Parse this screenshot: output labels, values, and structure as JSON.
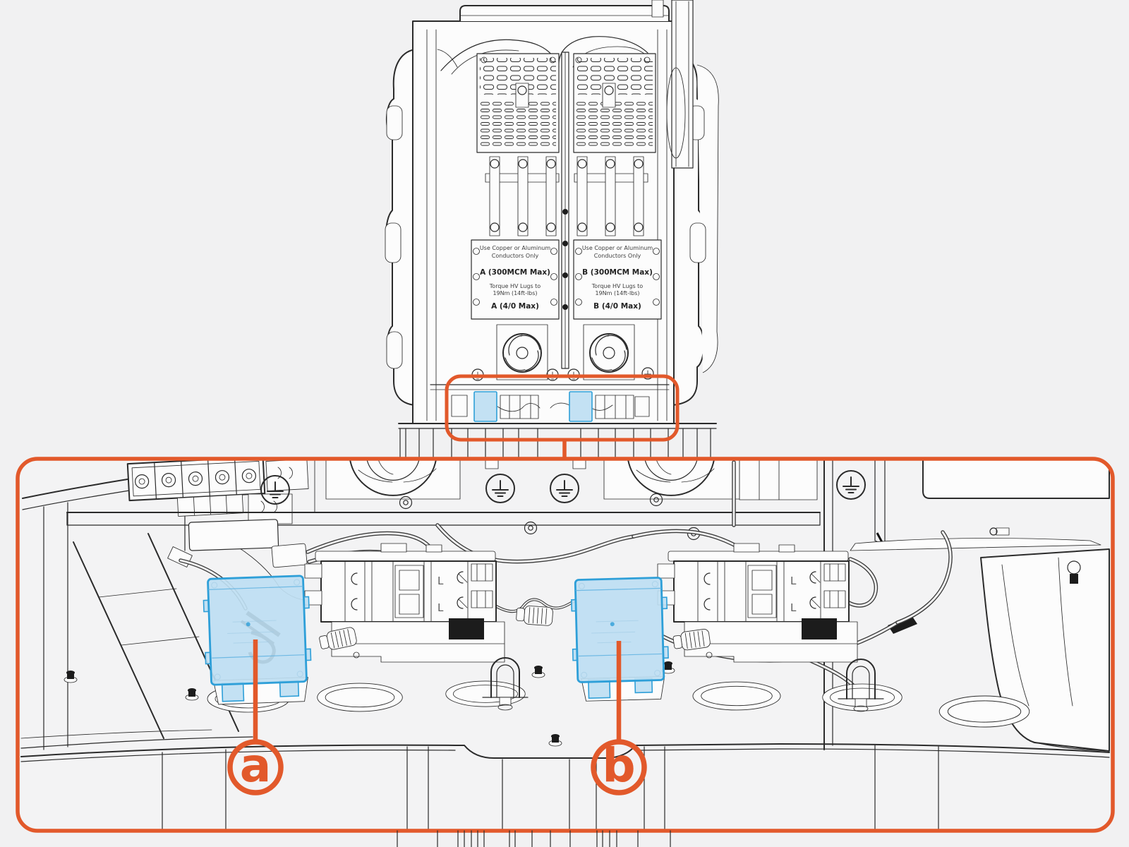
{
  "figure": {
    "kind": "installation-diagram",
    "colors": {
      "background": "#f1f1f2",
      "callout_orange": "#E2592B",
      "highlight_blue_fill": "#BEDEF2",
      "highlight_blue_stroke": "#2E9FD8",
      "linework": "#2b2b2b"
    },
    "icons": {
      "ground_symbol": "protective-earth-ground",
      "cooling_fan": "axial-fan",
      "callout_marker": "circled-letter"
    }
  },
  "callouts": {
    "a": {
      "label": "a"
    },
    "b": {
      "label": "b"
    }
  },
  "panel_labels": {
    "conductor_note_line1": "Use Copper or Aluminum",
    "conductor_note_line2": "Conductors Only",
    "lug_a": "A (300MCM Max)",
    "lug_b": "B (300MCM Max)",
    "torque_line1": "Torque HV Lugs to",
    "torque_line2": "19Nm (14ft-lbs)",
    "max_a": "A (4/0 Max)",
    "max_b": "B (4/0 Max)",
    "contactor_l_mark": "L"
  }
}
